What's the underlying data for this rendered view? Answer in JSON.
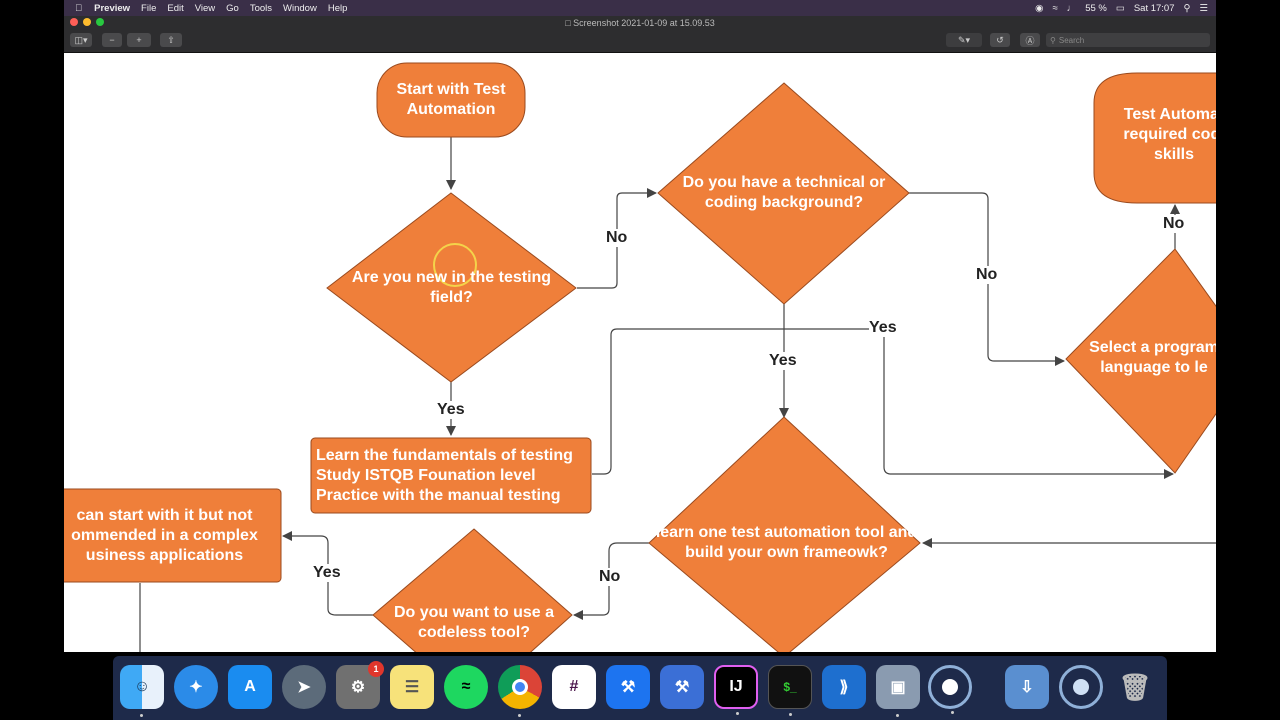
{
  "menubar": {
    "app_name": "Preview",
    "items": [
      "File",
      "Edit",
      "View",
      "Go",
      "Tools",
      "Window",
      "Help"
    ],
    "battery": "55 %",
    "clock": "Sat 17:07"
  },
  "window": {
    "title": "Screenshot 2021-01-09 at 15.09.53",
    "search_placeholder": "Search"
  },
  "flowchart": {
    "nodes": {
      "start": "Start with Test Automation",
      "new_testing": "Are you new in the testing field?",
      "technical": "Do you have a technical or coding background?",
      "test_automation_skills": "Test Automat\nrequired codi\nskills",
      "fundamentals": "Learn the fundamentals of testing\nStudy ISTQB Founation level\nPractice with the manual testing",
      "select_language": "Select a program\nlanguage to le",
      "learn_tool": "learn one test automation tool and build your own frameowk?",
      "codeless_note": "can start with it but not\nommended in a complex\nusiness applications",
      "codeless": "Do you want to use a codeless tool?"
    },
    "labels": {
      "no_1": "No",
      "yes_1": "Yes",
      "yes_2": "Yes",
      "no_2": "No",
      "yes_3": "Yes",
      "no_3": "No",
      "no_4": "No",
      "yes_4": "Yes"
    },
    "colors": {
      "shape_fill": "#ef7f3a",
      "shape_stroke": "#9a4a1e",
      "connector": "#444444"
    }
  },
  "dock": {
    "apps": [
      "Finder",
      "Safari",
      "App Store",
      "Launchpad",
      "System Preferences",
      "Notes",
      "Spotify",
      "Chrome",
      "Slack",
      "Xcode",
      "Instruments",
      "IntelliJ IDEA",
      "Terminal",
      "VS Code",
      "Preview",
      "Screen Recorder",
      "Downloads",
      "Recorder",
      "Trash"
    ],
    "sysprefs_badge": "1",
    "intellij_glyph": "IJ",
    "terminal_glyph": "$_"
  }
}
